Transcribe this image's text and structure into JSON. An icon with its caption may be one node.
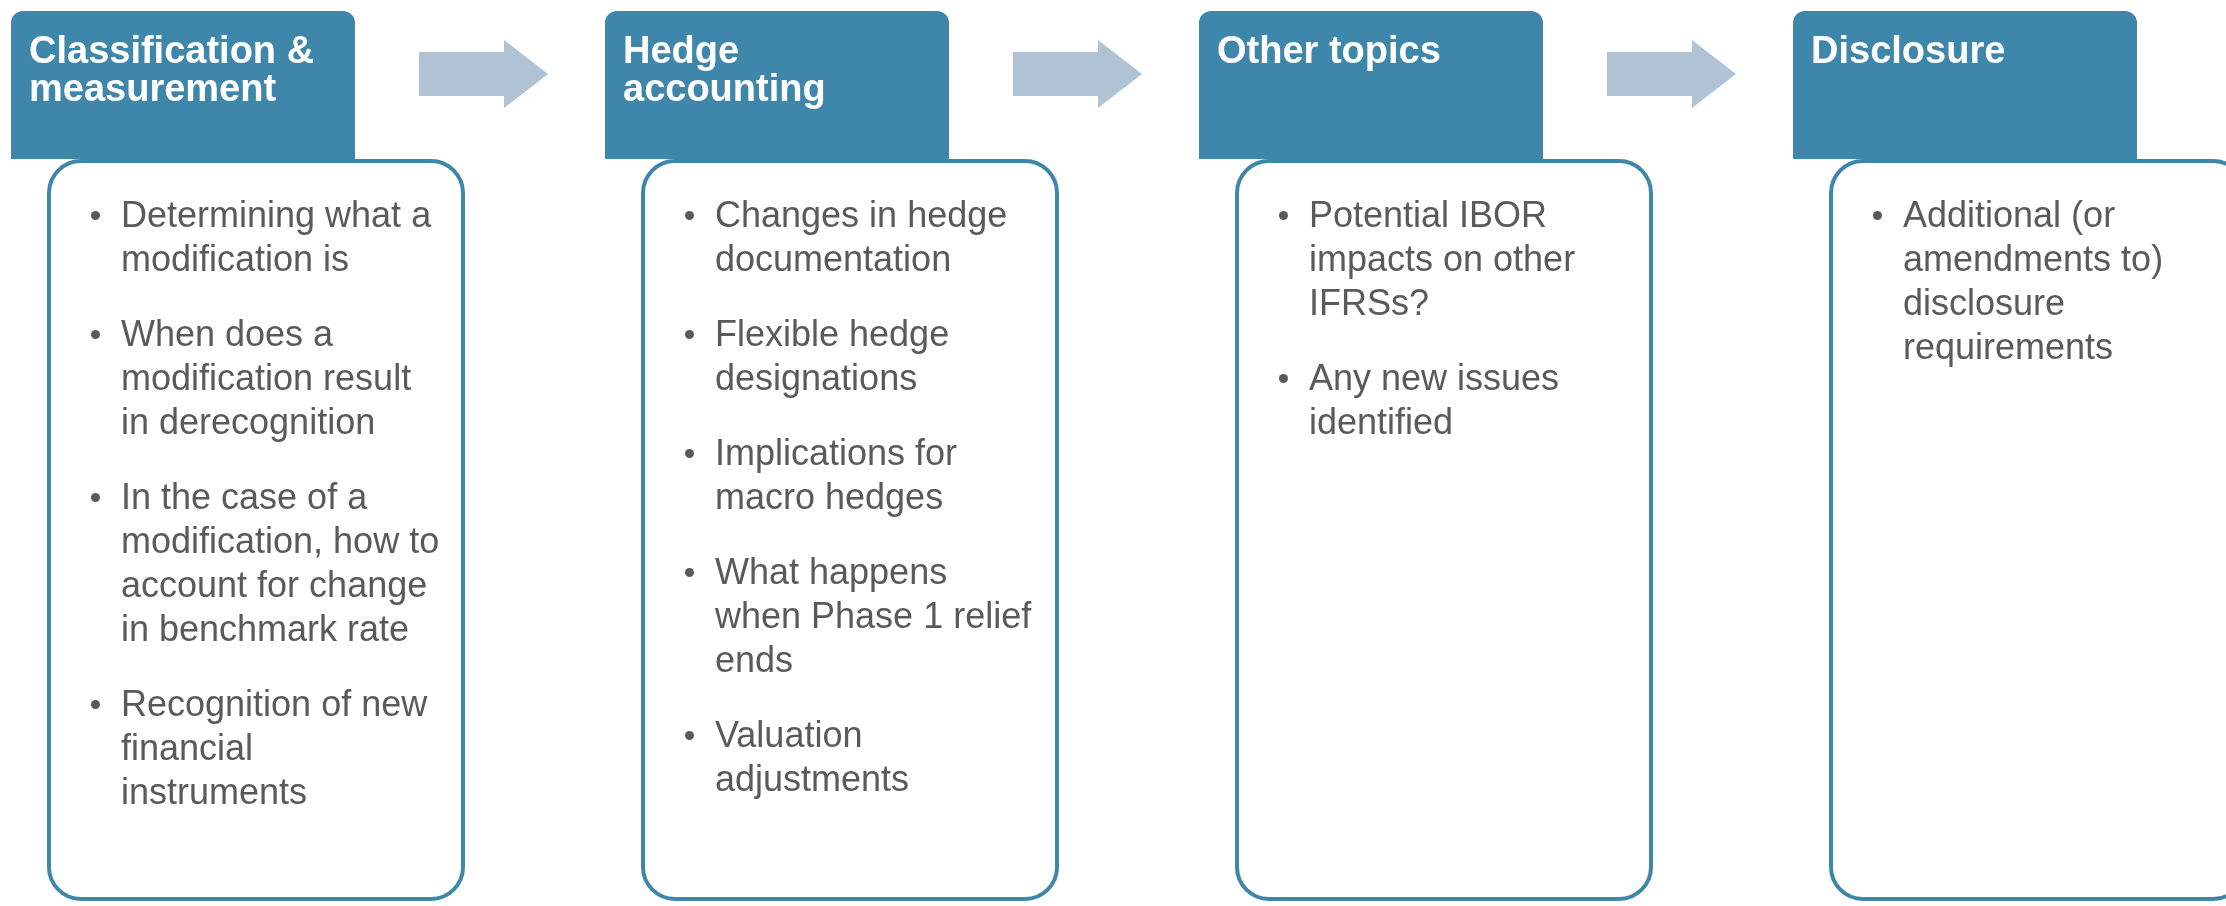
{
  "diagram": {
    "nodes": [
      {
        "text": [
          "Classification & measurement"
        ]
      },
      {
        "text": [
          "Determining what a modification is",
          "When does a modification result in derecognition",
          "In the case of a modification, how to account for change in benchmark rate",
          "Recognition of new financial instruments"
        ]
      },
      {
        "text": [
          "Hedge accounting"
        ]
      },
      {
        "text": [
          "Changes in hedge documentation",
          "Flexible hedge designations",
          "Implications for macro hedges",
          "What happens when Phase 1 relief ends",
          "Valuation adjustments"
        ]
      },
      {
        "text": [
          "Other topics"
        ]
      },
      {
        "text": [
          "Potential IBOR impacts on other IFRSs?",
          "Any new issues identified"
        ]
      },
      {
        "text": [
          "Disclosure"
        ]
      },
      {
        "text": [
          "Additional (or amendments to) disclosure requirements"
        ]
      }
    ],
    "edges": [
      {
        "from": 0,
        "to": 2,
        "arrow": "to"
      },
      {
        "from": 2,
        "to": 4,
        "arrow": "to"
      },
      {
        "from": 4,
        "to": 6,
        "arrow": "to"
      }
    ]
  }
}
